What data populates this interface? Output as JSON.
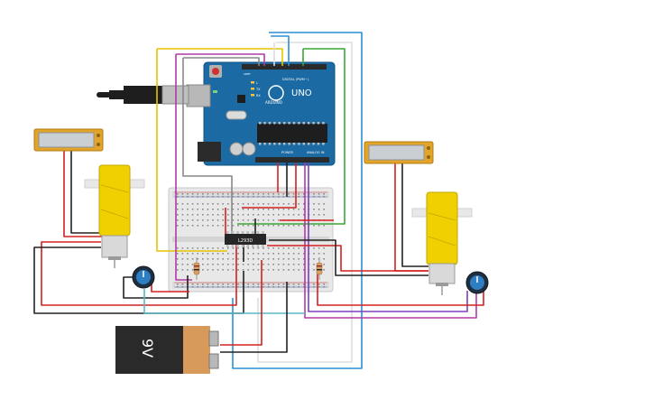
{
  "arduino": {
    "logo_text": "UNO",
    "brand_text": "ARDUINO",
    "digital_label": "DIGITAL (PWM~)",
    "power_label": "POWER",
    "analog_label": "ANALOG IN",
    "tx_label": "TX",
    "rx_label": "RX",
    "l_label": "L",
    "aref_label": "AREF"
  },
  "driver_chip": {
    "label": "L293D"
  },
  "battery": {
    "label": "9V"
  },
  "colors": {
    "arduino_board": "#1b6aa3",
    "breadboard": "#e6e6e6",
    "motor_yellow": "#f0d000",
    "battery_black": "#2a2a2a",
    "battery_copper": "#d89a5a",
    "lcd_frame": "#e2a52a",
    "lcd_screen": "#c9cfd2",
    "wire_red": "#d42020",
    "wire_black": "#222222",
    "wire_yellow": "#e6c400",
    "wire_green": "#3aa635",
    "wire_blue": "#2a8fd6",
    "wire_magenta": "#b03aa8",
    "wire_purple": "#7a3fbf",
    "wire_gray": "#888888",
    "wire_white": "#dddddd",
    "wire_cyan": "#5ab8c8",
    "pot_blue": "#1e5f9e"
  }
}
